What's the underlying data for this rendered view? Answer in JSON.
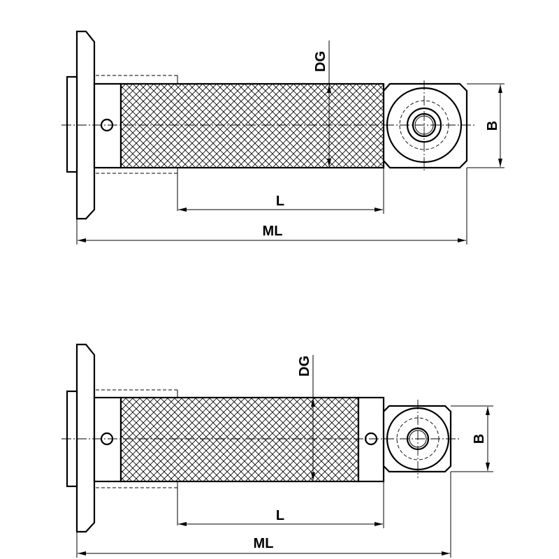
{
  "labels": {
    "top_dg": "DG",
    "top_b": "B",
    "top_l": "L",
    "top_ml": "ML",
    "bottom_dg": "DG",
    "bottom_b": "B",
    "bottom_l": "L",
    "bottom_ml": "ML"
  }
}
